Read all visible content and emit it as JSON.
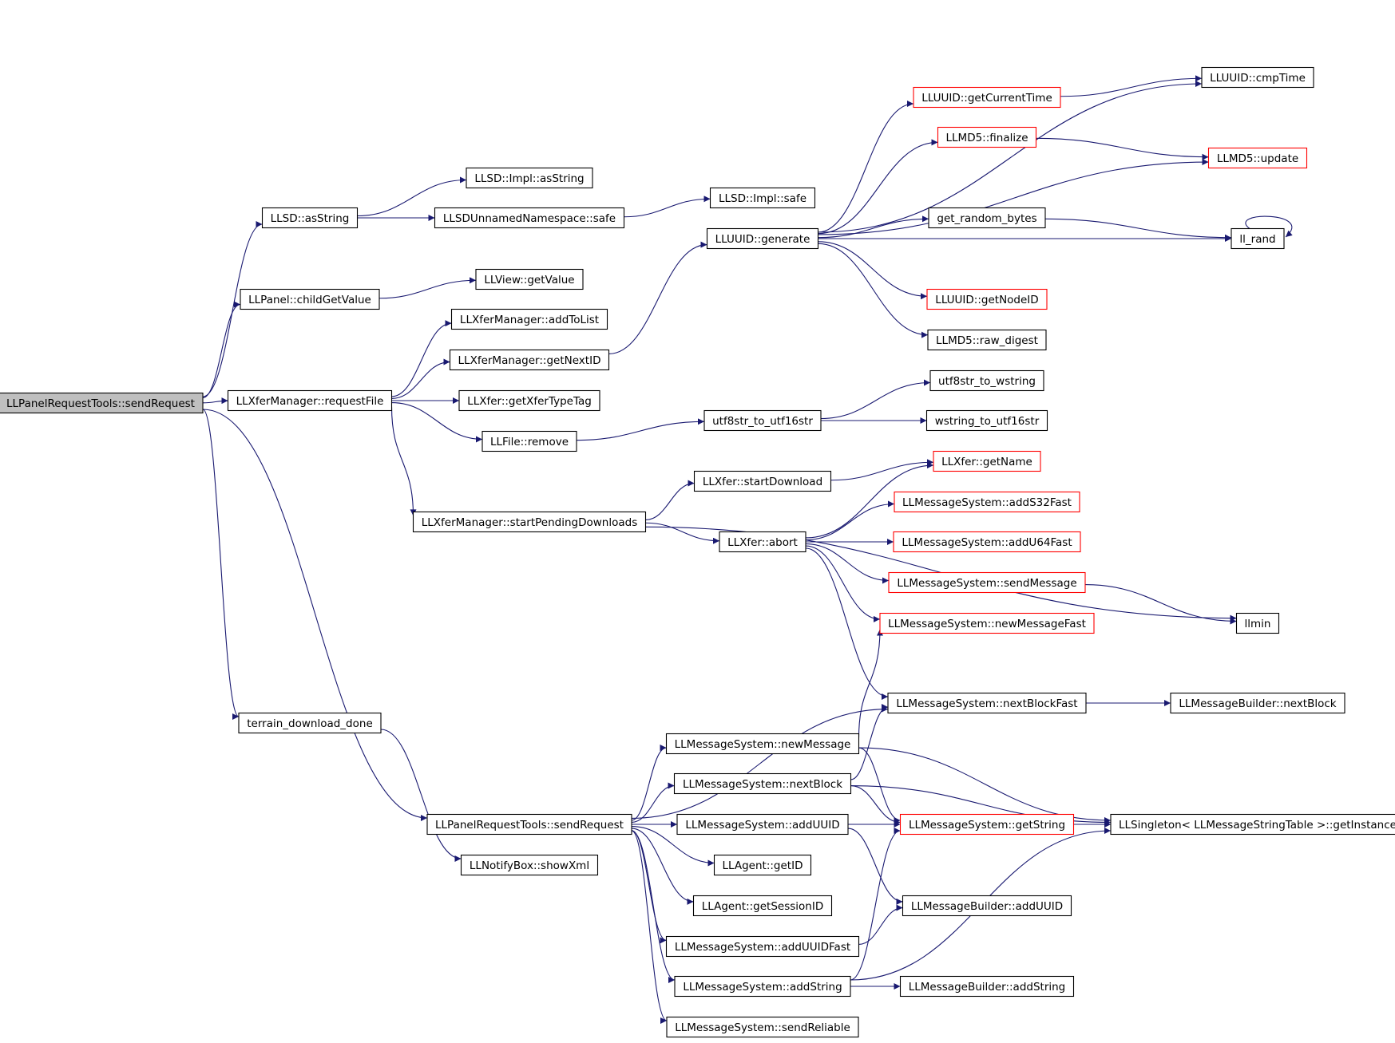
{
  "graph": {
    "colors": {
      "edge": "#191970",
      "node_border": "#000000",
      "truncated_border": "#ff0000",
      "root_fill": "#bfbfbf",
      "node_fill": "#ffffff"
    },
    "nodes": [
      {
        "id": "root",
        "label": "LLPanelRequestTools::sendRequest",
        "style": "root"
      },
      {
        "id": "asString",
        "label": "LLSD::asString",
        "style": "normal"
      },
      {
        "id": "childGetValue",
        "label": "LLPanel::childGetValue",
        "style": "normal"
      },
      {
        "id": "requestFile",
        "label": "LLXferManager::requestFile",
        "style": "normal"
      },
      {
        "id": "terrain",
        "label": "terrain_download_done",
        "style": "normal"
      },
      {
        "id": "implAsString",
        "label": "LLSD::Impl::asString",
        "style": "normal"
      },
      {
        "id": "unnamedSafe",
        "label": "LLSDUnnamedNamespace::safe",
        "style": "normal"
      },
      {
        "id": "implSafe",
        "label": "LLSD::Impl::safe",
        "style": "normal"
      },
      {
        "id": "viewGetValue",
        "label": "LLView::getValue",
        "style": "normal"
      },
      {
        "id": "addToList",
        "label": "LLXferManager::addToList",
        "style": "normal"
      },
      {
        "id": "getNextID",
        "label": "LLXferManager::getNextID",
        "style": "normal"
      },
      {
        "id": "xferTypeTag",
        "label": "LLXfer::getXferTypeTag",
        "style": "normal"
      },
      {
        "id": "fileRemove",
        "label": "LLFile::remove",
        "style": "normal"
      },
      {
        "id": "startPending",
        "label": "LLXferManager::startPendingDownloads",
        "style": "normal"
      },
      {
        "id": "uuidGenerate",
        "label": "LLUUID::generate",
        "style": "normal"
      },
      {
        "id": "utf8to16",
        "label": "utf8str_to_utf16str",
        "style": "normal"
      },
      {
        "id": "startDownload",
        "label": "LLXfer::startDownload",
        "style": "normal"
      },
      {
        "id": "xferAbort",
        "label": "LLXfer::abort",
        "style": "normal"
      },
      {
        "id": "getCurrentTime",
        "label": "LLUUID::getCurrentTime",
        "style": "truncated"
      },
      {
        "id": "md5Finalize",
        "label": "LLMD5::finalize",
        "style": "truncated"
      },
      {
        "id": "getRandomBytes",
        "label": "get_random_bytes",
        "style": "normal"
      },
      {
        "id": "getNodeID",
        "label": "LLUUID::getNodeID",
        "style": "truncated"
      },
      {
        "id": "rawDigest",
        "label": "LLMD5::raw_digest",
        "style": "normal"
      },
      {
        "id": "cmpTime",
        "label": "LLUUID::cmpTime",
        "style": "normal"
      },
      {
        "id": "md5Update",
        "label": "LLMD5::update",
        "style": "truncated"
      },
      {
        "id": "llRand",
        "label": "ll_rand",
        "style": "normal"
      },
      {
        "id": "utf8toW",
        "label": "utf8str_to_wstring",
        "style": "normal"
      },
      {
        "id": "wto16",
        "label": "wstring_to_utf16str",
        "style": "normal"
      },
      {
        "id": "xferGetName",
        "label": "LLXfer::getName",
        "style": "truncated"
      },
      {
        "id": "addS32Fast",
        "label": "LLMessageSystem::addS32Fast",
        "style": "truncated"
      },
      {
        "id": "addU64Fast",
        "label": "LLMessageSystem::addU64Fast",
        "style": "truncated"
      },
      {
        "id": "sendMessage",
        "label": "LLMessageSystem::sendMessage",
        "style": "truncated"
      },
      {
        "id": "newMessageFast",
        "label": "LLMessageSystem::newMessageFast",
        "style": "truncated"
      },
      {
        "id": "llmin",
        "label": "llmin",
        "style": "normal"
      },
      {
        "id": "nextBlockFast",
        "label": "LLMessageSystem::nextBlockFast",
        "style": "normal"
      },
      {
        "id": "builderNextBlock",
        "label": "LLMessageBuilder::nextBlock",
        "style": "normal"
      },
      {
        "id": "showXml",
        "label": "LLNotifyBox::showXml",
        "style": "normal"
      },
      {
        "id": "root2",
        "label": "LLPanelRequestTools::sendRequest",
        "style": "normal"
      },
      {
        "id": "newMessage",
        "label": "LLMessageSystem::newMessage",
        "style": "normal"
      },
      {
        "id": "nextBlock",
        "label": "LLMessageSystem::nextBlock",
        "style": "normal"
      },
      {
        "id": "addUUID",
        "label": "LLMessageSystem::addUUID",
        "style": "normal"
      },
      {
        "id": "agentGetID",
        "label": "LLAgent::getID",
        "style": "normal"
      },
      {
        "id": "getSessionID",
        "label": "LLAgent::getSessionID",
        "style": "normal"
      },
      {
        "id": "addUUIDFast",
        "label": "LLMessageSystem::addUUIDFast",
        "style": "normal"
      },
      {
        "id": "addStringMS",
        "label": "LLMessageSystem::addString",
        "style": "normal"
      },
      {
        "id": "sendReliable",
        "label": "LLMessageSystem::sendReliable",
        "style": "normal"
      },
      {
        "id": "getString",
        "label": "LLMessageSystem::getString",
        "style": "truncated"
      },
      {
        "id": "getInstance",
        "label": "LLSingleton< LLMessageStringTable >::getInstance",
        "style": "normal"
      },
      {
        "id": "builderAddUUID",
        "label": "LLMessageBuilder::addUUID",
        "style": "normal"
      },
      {
        "id": "builderAddString",
        "label": "LLMessageBuilder::addString",
        "style": "normal"
      }
    ],
    "edges": [
      {
        "from": "root",
        "to": "asString"
      },
      {
        "from": "root",
        "to": "childGetValue"
      },
      {
        "from": "root",
        "to": "requestFile"
      },
      {
        "from": "root",
        "to": "terrain"
      },
      {
        "from": "root",
        "to": "root2"
      },
      {
        "from": "asString",
        "to": "implAsString"
      },
      {
        "from": "asString",
        "to": "unnamedSafe"
      },
      {
        "from": "unnamedSafe",
        "to": "implSafe"
      },
      {
        "from": "childGetValue",
        "to": "viewGetValue"
      },
      {
        "from": "requestFile",
        "to": "addToList"
      },
      {
        "from": "requestFile",
        "to": "getNextID"
      },
      {
        "from": "requestFile",
        "to": "xferTypeTag"
      },
      {
        "from": "requestFile",
        "to": "fileRemove"
      },
      {
        "from": "requestFile",
        "to": "startPending"
      },
      {
        "from": "getNextID",
        "to": "uuidGenerate"
      },
      {
        "from": "fileRemove",
        "to": "utf8to16"
      },
      {
        "from": "startPending",
        "to": "startDownload"
      },
      {
        "from": "startPending",
        "to": "xferAbort"
      },
      {
        "from": "startPending",
        "to": "llmin"
      },
      {
        "from": "uuidGenerate",
        "to": "getCurrentTime"
      },
      {
        "from": "uuidGenerate",
        "to": "md5Finalize"
      },
      {
        "from": "uuidGenerate",
        "to": "cmpTime"
      },
      {
        "from": "uuidGenerate",
        "to": "md5Update"
      },
      {
        "from": "uuidGenerate",
        "to": "getRandomBytes"
      },
      {
        "from": "uuidGenerate",
        "to": "llRand"
      },
      {
        "from": "uuidGenerate",
        "to": "getNodeID"
      },
      {
        "from": "uuidGenerate",
        "to": "rawDigest"
      },
      {
        "from": "getCurrentTime",
        "to": "cmpTime"
      },
      {
        "from": "md5Finalize",
        "to": "md5Update"
      },
      {
        "from": "getRandomBytes",
        "to": "llRand"
      },
      {
        "from": "llRand",
        "to": "llRand"
      },
      {
        "from": "utf8to16",
        "to": "utf8toW"
      },
      {
        "from": "utf8to16",
        "to": "wto16"
      },
      {
        "from": "startDownload",
        "to": "xferGetName"
      },
      {
        "from": "xferAbort",
        "to": "xferGetName"
      },
      {
        "from": "xferAbort",
        "to": "addS32Fast"
      },
      {
        "from": "xferAbort",
        "to": "addU64Fast"
      },
      {
        "from": "xferAbort",
        "to": "sendMessage"
      },
      {
        "from": "xferAbort",
        "to": "newMessageFast"
      },
      {
        "from": "xferAbort",
        "to": "nextBlockFast"
      },
      {
        "from": "sendMessage",
        "to": "llmin"
      },
      {
        "from": "nextBlockFast",
        "to": "builderNextBlock"
      },
      {
        "from": "terrain",
        "to": "showXml"
      },
      {
        "from": "root2",
        "to": "nextBlockFast"
      },
      {
        "from": "root2",
        "to": "newMessage"
      },
      {
        "from": "root2",
        "to": "nextBlock"
      },
      {
        "from": "root2",
        "to": "addUUID"
      },
      {
        "from": "root2",
        "to": "agentGetID"
      },
      {
        "from": "root2",
        "to": "getSessionID"
      },
      {
        "from": "root2",
        "to": "addUUIDFast"
      },
      {
        "from": "root2",
        "to": "addStringMS"
      },
      {
        "from": "root2",
        "to": "sendReliable"
      },
      {
        "from": "newMessage",
        "to": "newMessageFast"
      },
      {
        "from": "newMessage",
        "to": "getString"
      },
      {
        "from": "newMessage",
        "to": "getInstance"
      },
      {
        "from": "nextBlock",
        "to": "nextBlockFast"
      },
      {
        "from": "nextBlock",
        "to": "getString"
      },
      {
        "from": "nextBlock",
        "to": "getInstance"
      },
      {
        "from": "addUUID",
        "to": "getString"
      },
      {
        "from": "addUUID",
        "to": "getInstance"
      },
      {
        "from": "addUUID",
        "to": "builderAddUUID"
      },
      {
        "from": "addUUIDFast",
        "to": "builderAddUUID"
      },
      {
        "from": "addStringMS",
        "to": "getString"
      },
      {
        "from": "addStringMS",
        "to": "getInstance"
      },
      {
        "from": "addStringMS",
        "to": "builderAddString"
      },
      {
        "from": "getString",
        "to": "getInstance"
      }
    ]
  }
}
